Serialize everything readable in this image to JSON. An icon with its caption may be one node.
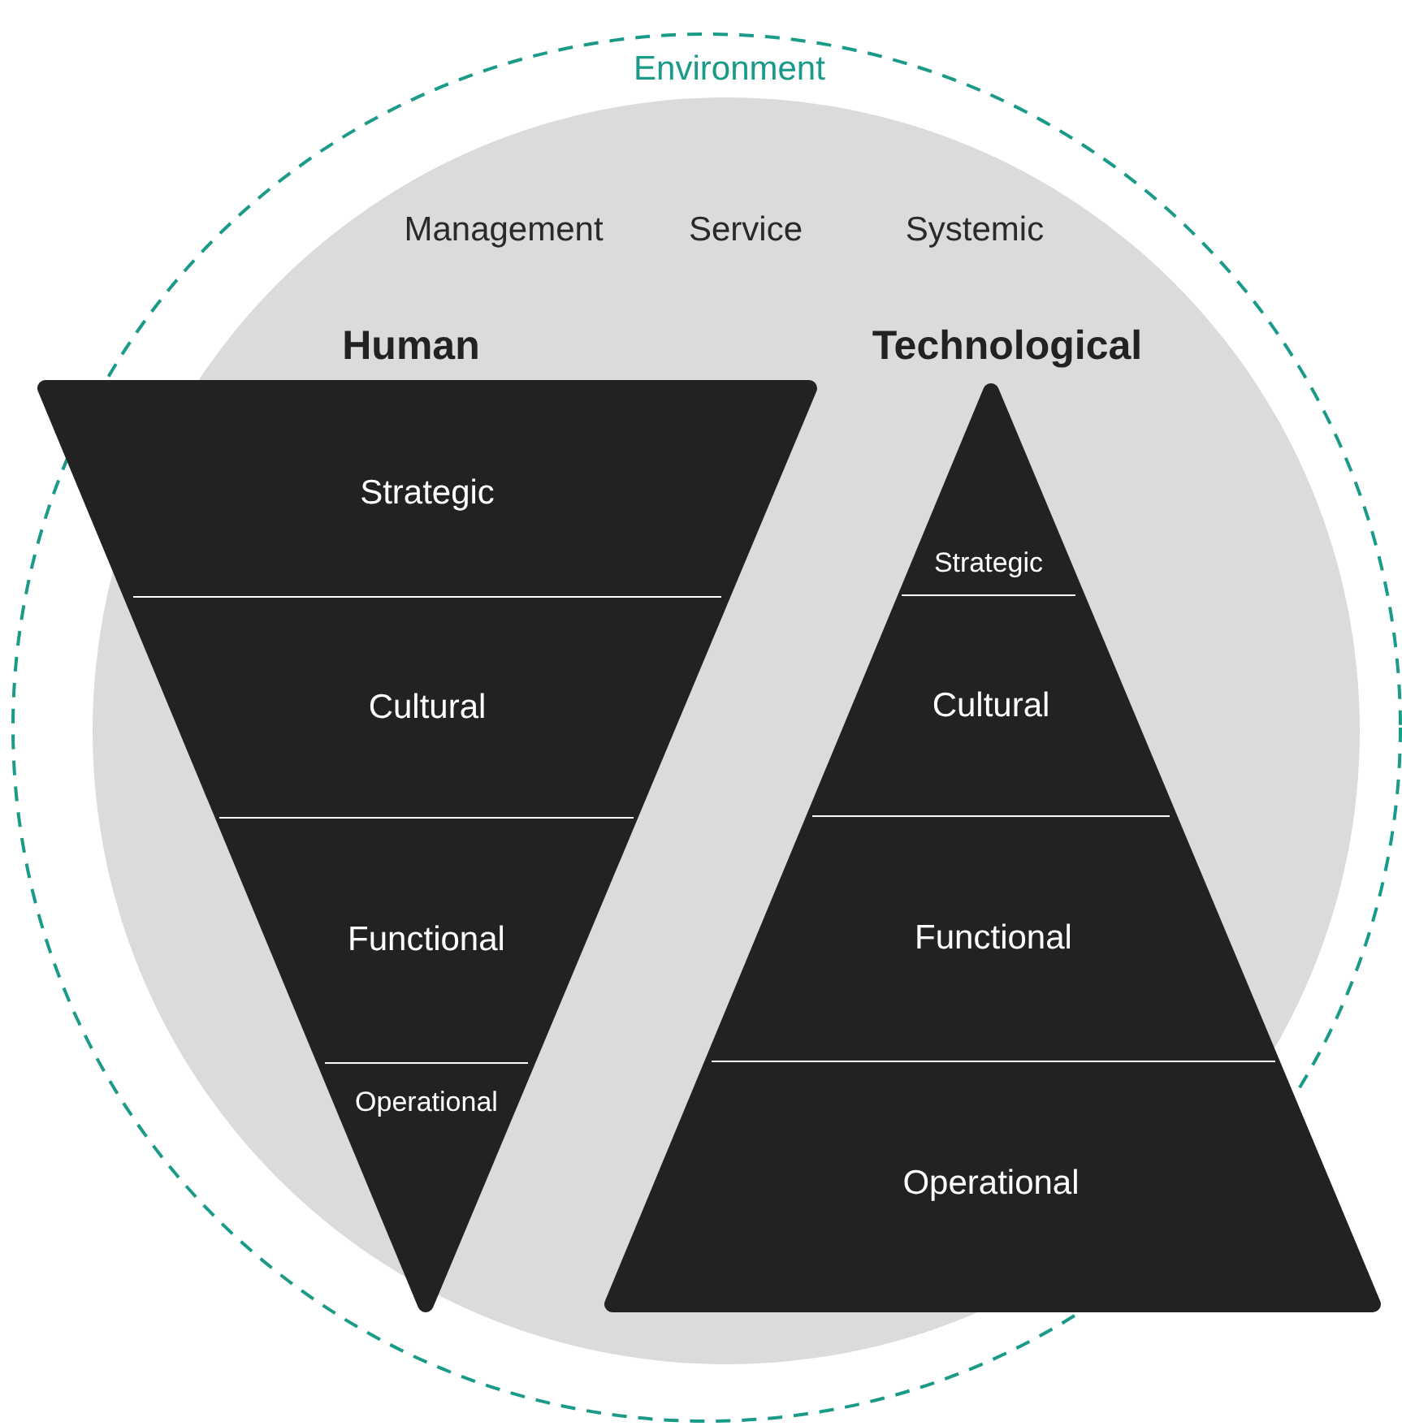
{
  "diagram": {
    "nodes": [
      {
        "text": [
          "Environment"
        ]
      },
      {
        "text": [
          "Human"
        ],
        "in": 0
      },
      {
        "text": [
          "Strategic"
        ],
        "in": 1
      },
      {
        "text": [
          "Cultural"
        ],
        "in": 1
      },
      {
        "text": [
          "Functional"
        ],
        "in": 1
      },
      {
        "text": [
          "Operational"
        ],
        "in": 1
      },
      {
        "text": [
          "Technological"
        ],
        "in": 0
      },
      {
        "text": [
          "Strategic"
        ],
        "in": 6
      },
      {
        "text": [
          "Cultural"
        ],
        "in": 6
      },
      {
        "text": [
          "Functional"
        ],
        "in": 6
      },
      {
        "text": [
          "Operational"
        ],
        "in": 6
      }
    ],
    "labels": [
      "Management",
      "Service",
      "Systemic"
    ]
  }
}
